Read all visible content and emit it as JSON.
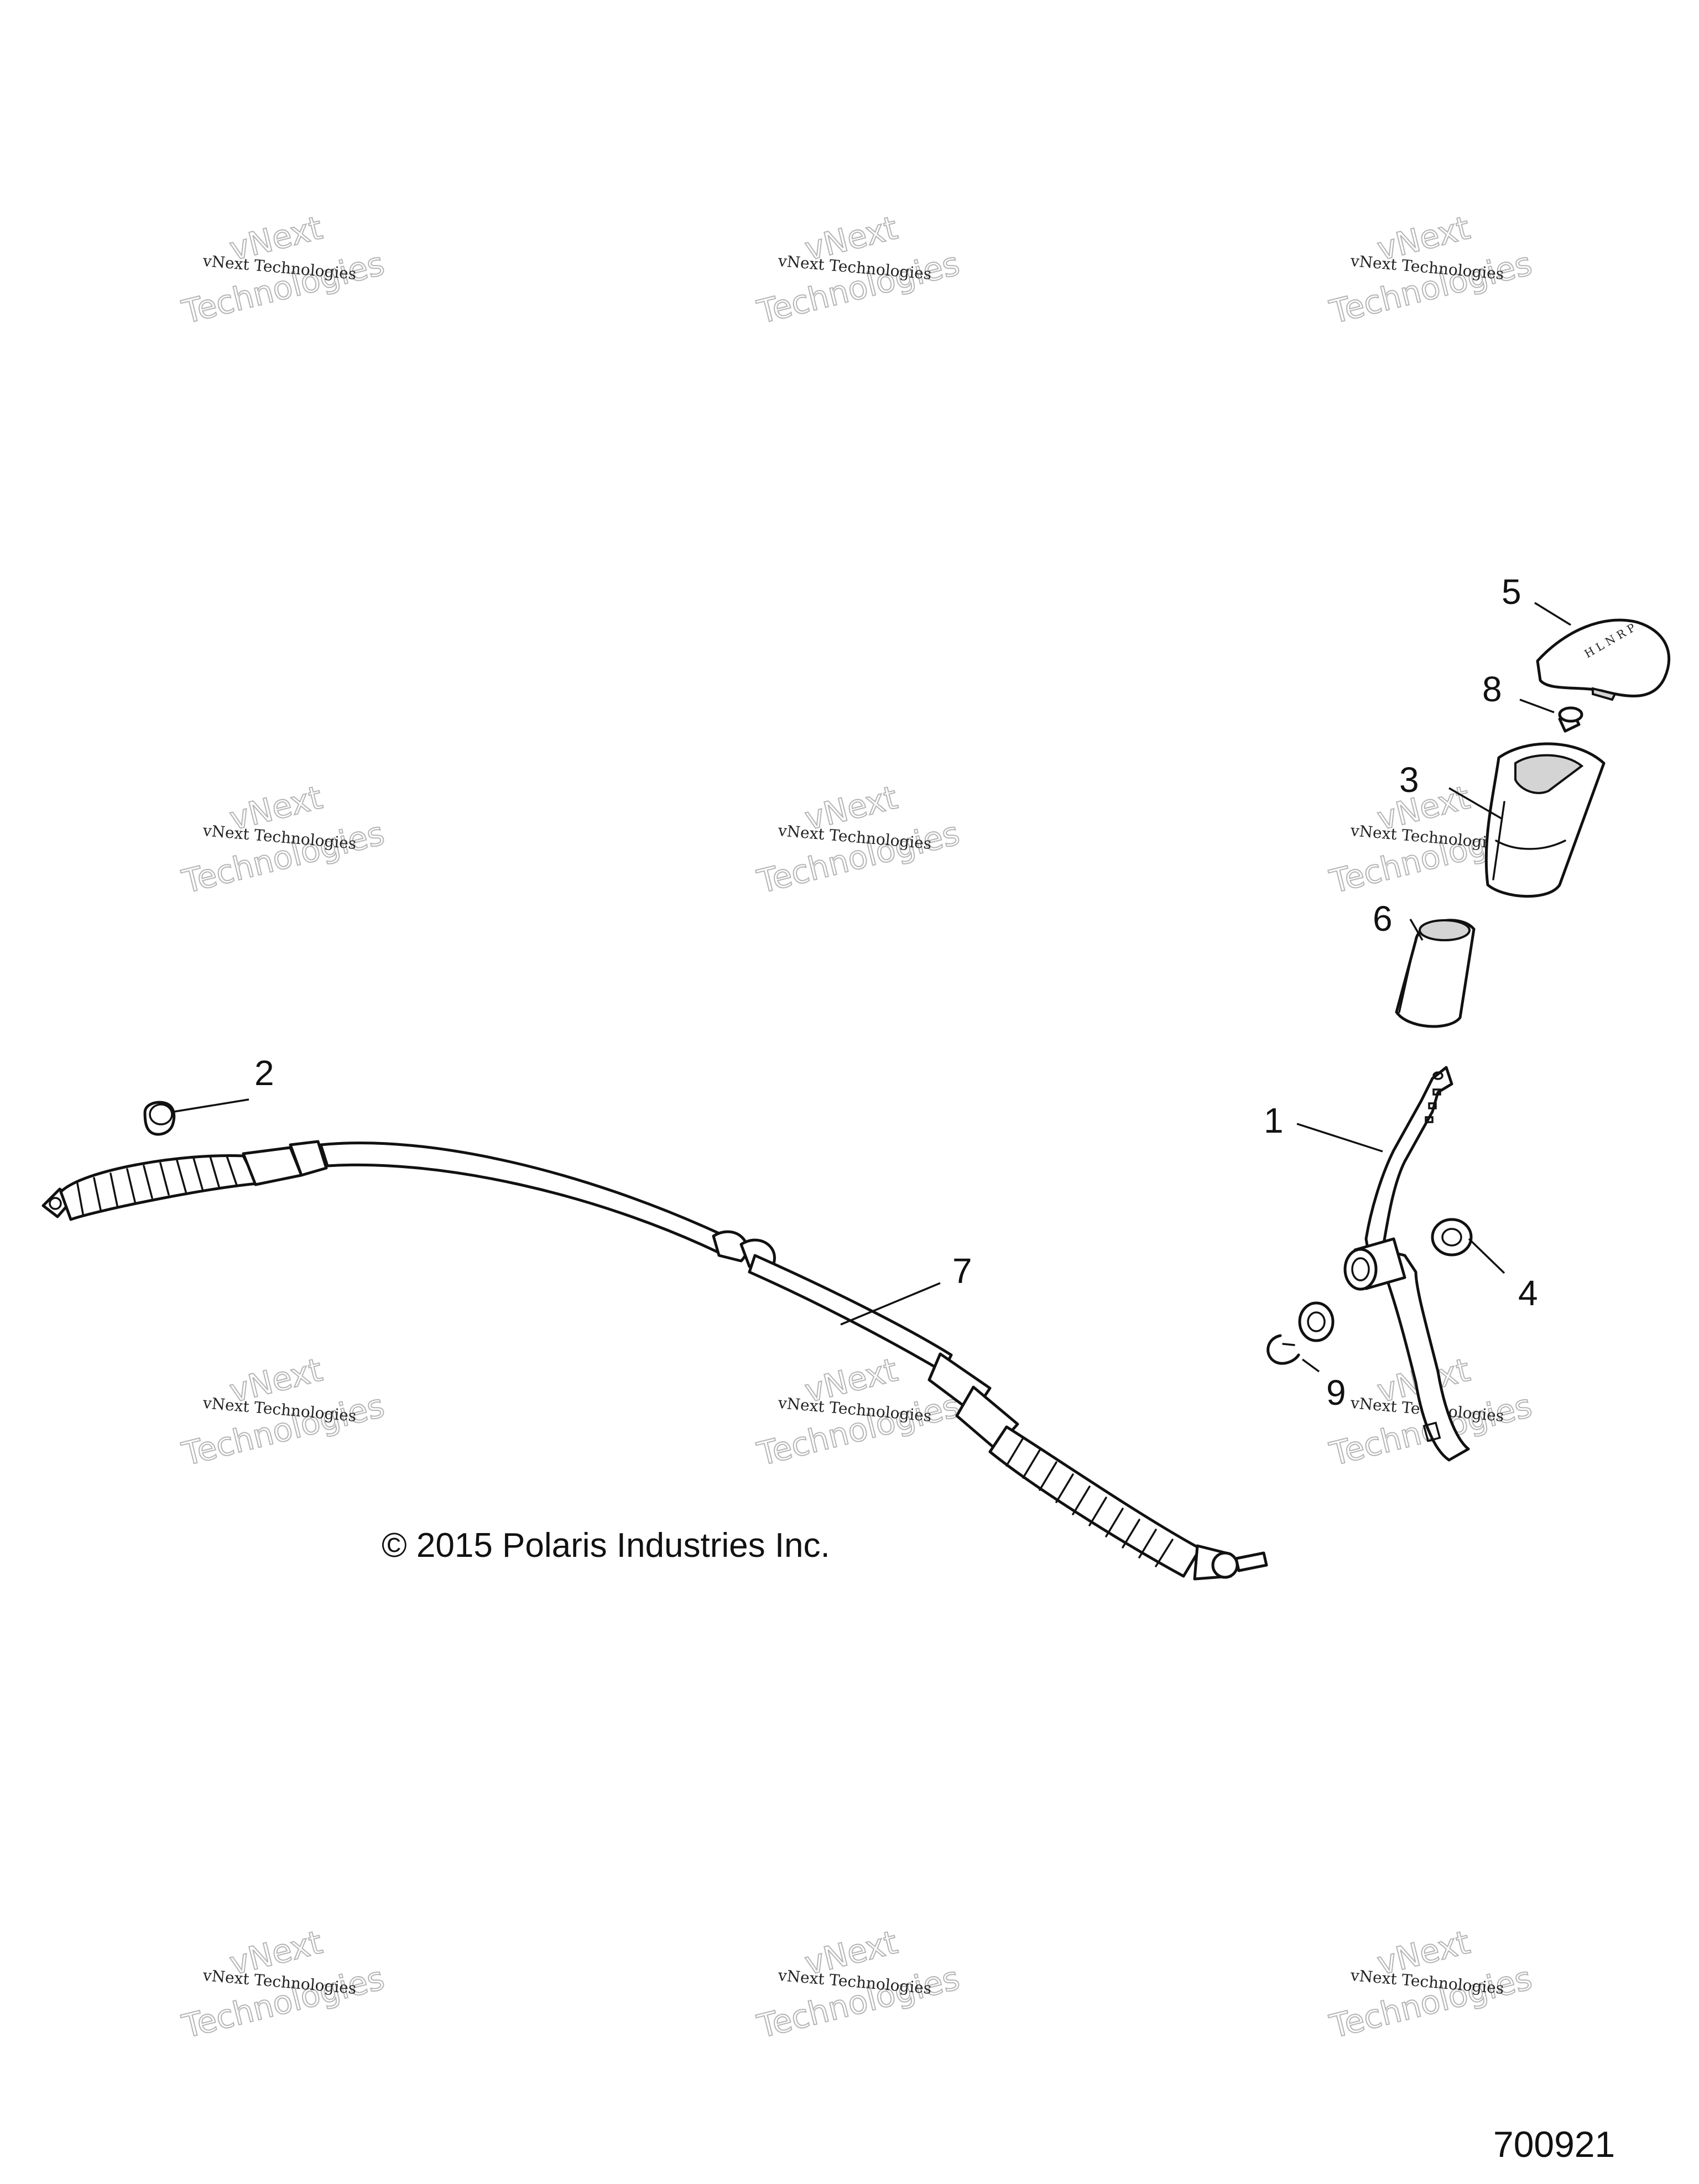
{
  "diagram": {
    "callouts": [
      {
        "id": "1",
        "label": "1"
      },
      {
        "id": "2",
        "label": "2"
      },
      {
        "id": "3",
        "label": "3"
      },
      {
        "id": "4",
        "label": "4"
      },
      {
        "id": "5",
        "label": "5"
      },
      {
        "id": "6",
        "label": "6"
      },
      {
        "id": "7",
        "label": "7"
      },
      {
        "id": "8",
        "label": "8"
      },
      {
        "id": "9",
        "label": "9"
      }
    ],
    "copyright": "© 2015 Polaris Industries Inc.",
    "figure_number": "700921",
    "watermark": {
      "line1": "vNext Technologies",
      "line2": "vNext",
      "line3": "Technologies"
    }
  }
}
